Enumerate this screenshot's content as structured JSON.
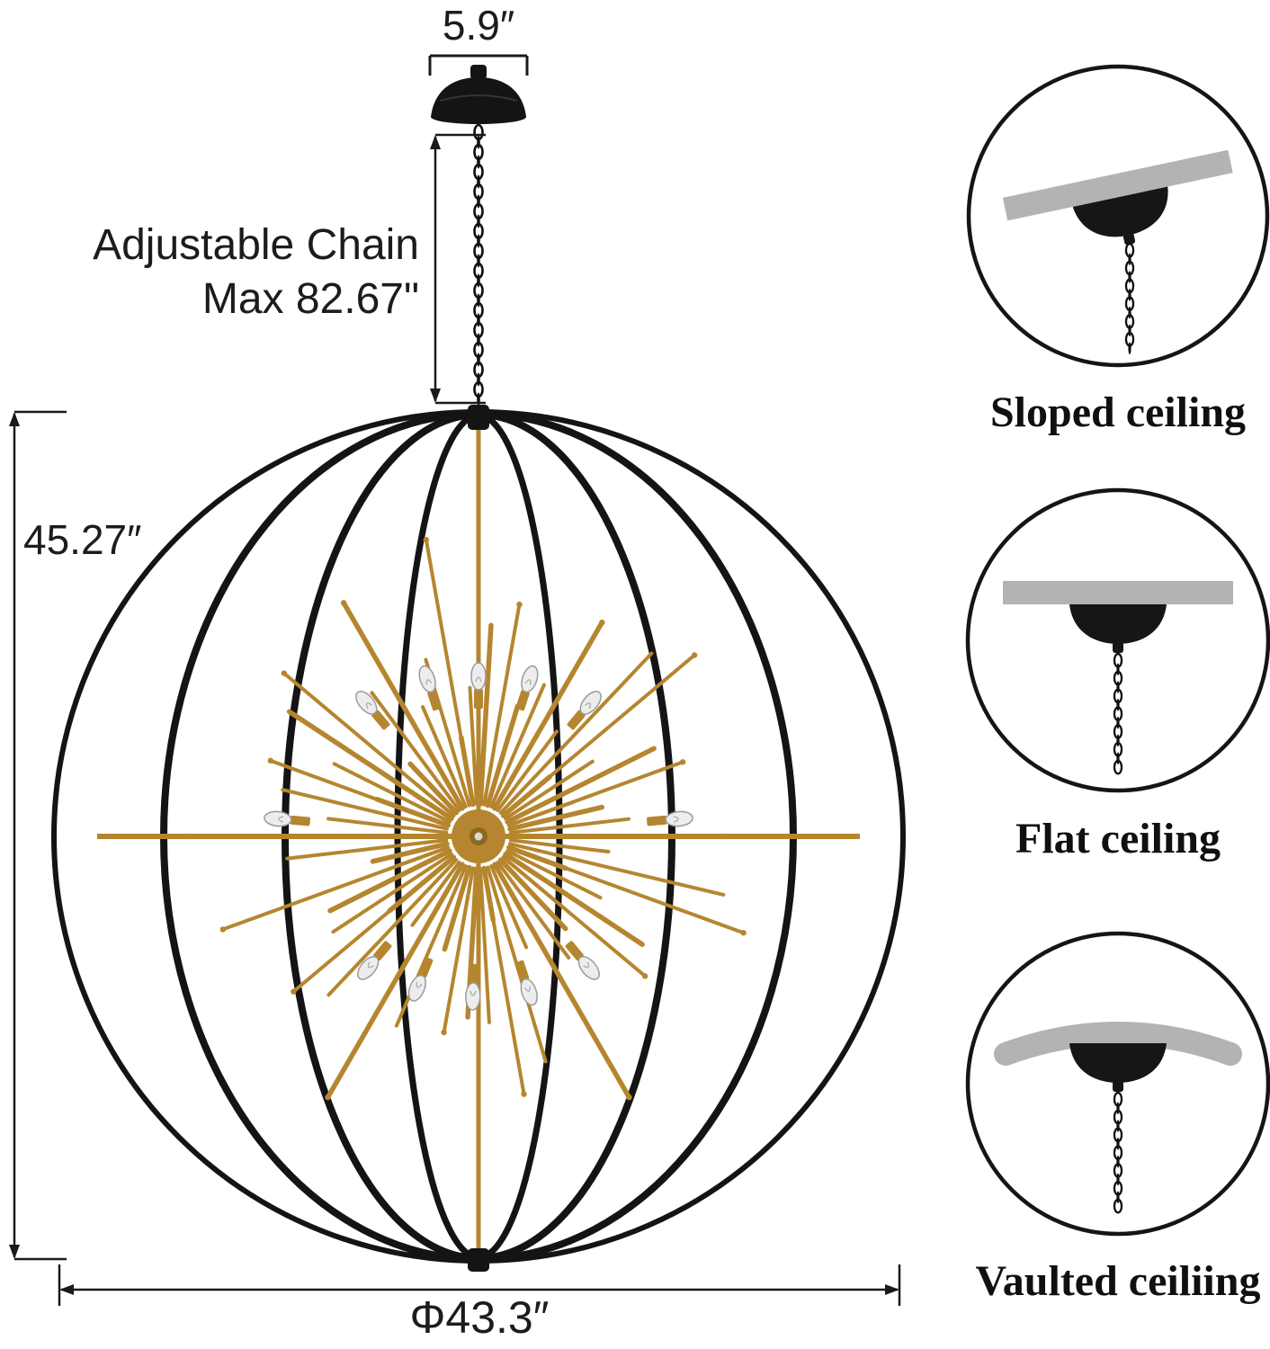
{
  "diagram": {
    "canopy_width_label": "5.9″",
    "chain_line1": "Adjustable Chain",
    "chain_line2": "Max 82.67\"",
    "height_label": "45.27″",
    "diameter_label": "Φ43.3″"
  },
  "insets": [
    {
      "label": "Sloped ceiling"
    },
    {
      "label": "Flat ceiling"
    },
    {
      "label": "Vaulted ceiliing"
    }
  ],
  "colors": {
    "gold": "#b5862f",
    "gold_dark": "#8a6a1f",
    "black": "#141414",
    "slab_gray": "#b3b3b3",
    "bulb_glass": "#ededed",
    "dim_line": "#1a1a1a"
  }
}
